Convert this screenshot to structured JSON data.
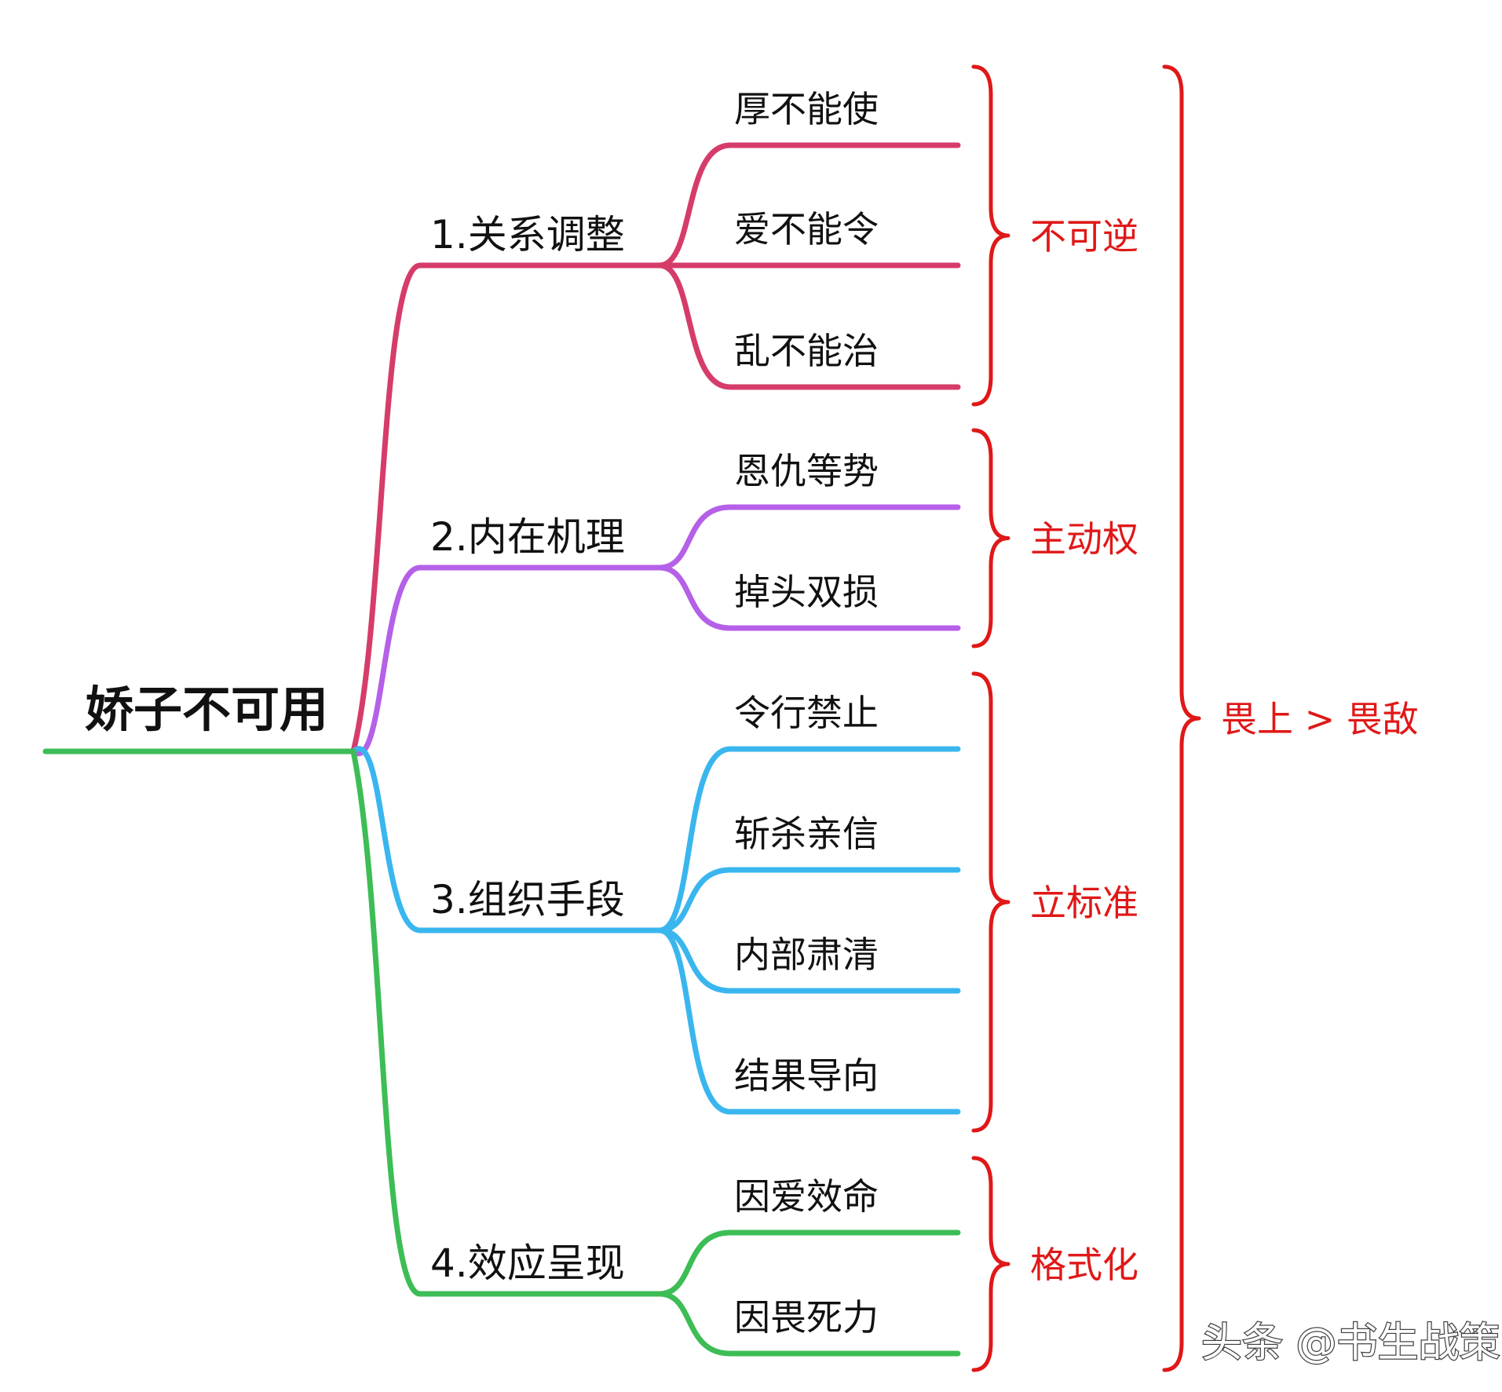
{
  "root": {
    "label": "娇子不可用",
    "color": "#3dbd55"
  },
  "categories": [
    {
      "label": "1.关系调整",
      "color": "#d63c6a",
      "items": [
        "厚不能使",
        "爱不能令",
        "乱不能治"
      ]
    },
    {
      "label": "2.内在机理",
      "color": "#b560e8",
      "items": [
        "恩仇等势",
        "掉头双损"
      ]
    },
    {
      "label": "3.组织手段",
      "color": "#3ab6ee",
      "items": [
        "令行禁止",
        "斩杀亲信",
        "内部肃清",
        "结果导向"
      ]
    },
    {
      "label": "4.效应呈现",
      "color": "#3dbd55",
      "items": [
        "因爱效命",
        "因畏死力"
      ]
    }
  ],
  "brace_color": "#e01818",
  "braces": [
    {
      "label": "不可逆"
    },
    {
      "label": "主动权"
    },
    {
      "label": "立标准"
    },
    {
      "label": "格式化"
    }
  ],
  "outer_brace": {
    "label": "畏上 > 畏敌"
  },
  "watermark": "头条 @书生战策"
}
